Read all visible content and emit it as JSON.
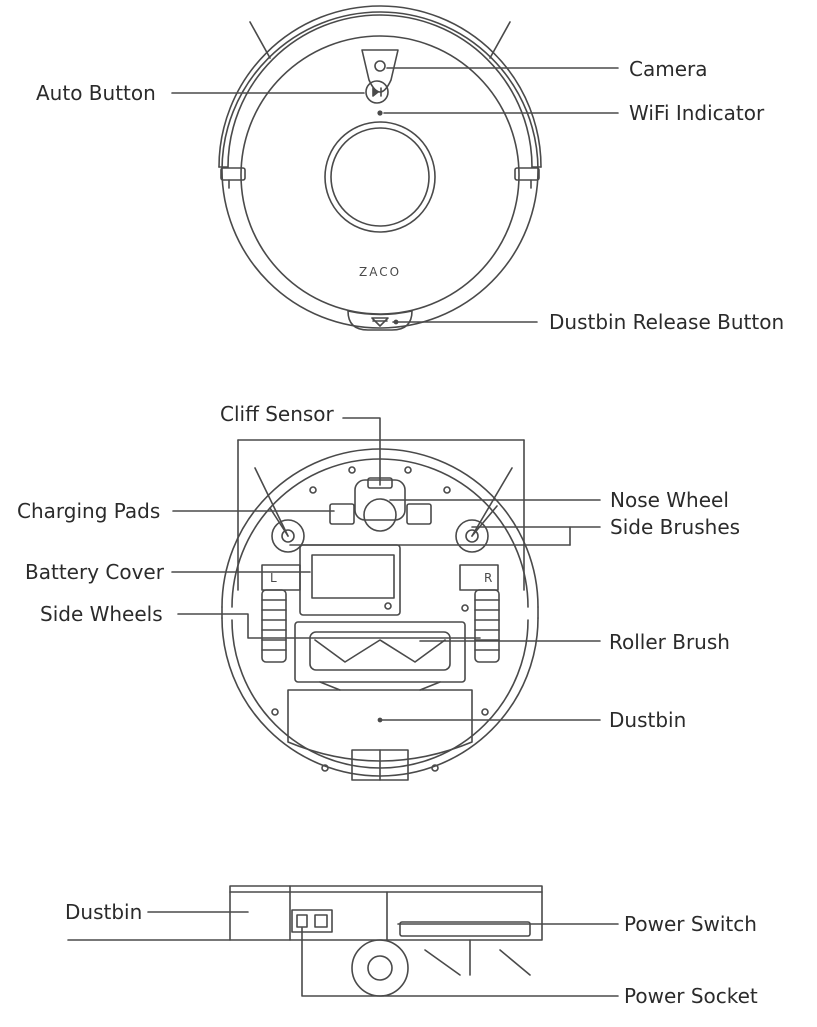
{
  "brand": "ZACO",
  "colors": {
    "line": "#4a4a4a",
    "text": "#2b2b2b",
    "background": "#ffffff"
  },
  "top_view": {
    "labels": {
      "auto_button": "Auto Button",
      "camera": "Camera",
      "wifi_indicator": "WiFi Indicator",
      "dustbin_release_button": "Dustbin Release Button"
    }
  },
  "bottom_view": {
    "labels": {
      "cliff_sensor": "Cliff Sensor",
      "charging_pads": "Charging Pads",
      "nose_wheel": "Nose Wheel",
      "side_brushes": "Side Brushes",
      "battery_cover": "Battery Cover",
      "side_wheels": "Side Wheels",
      "roller_brush": "Roller Brush",
      "dustbin": "Dustbin"
    },
    "side_marks": {
      "left": "L",
      "right": "R"
    }
  },
  "side_view": {
    "labels": {
      "dustbin": "Dustbin",
      "power_switch": "Power Switch",
      "power_socket": "Power Socket"
    }
  }
}
